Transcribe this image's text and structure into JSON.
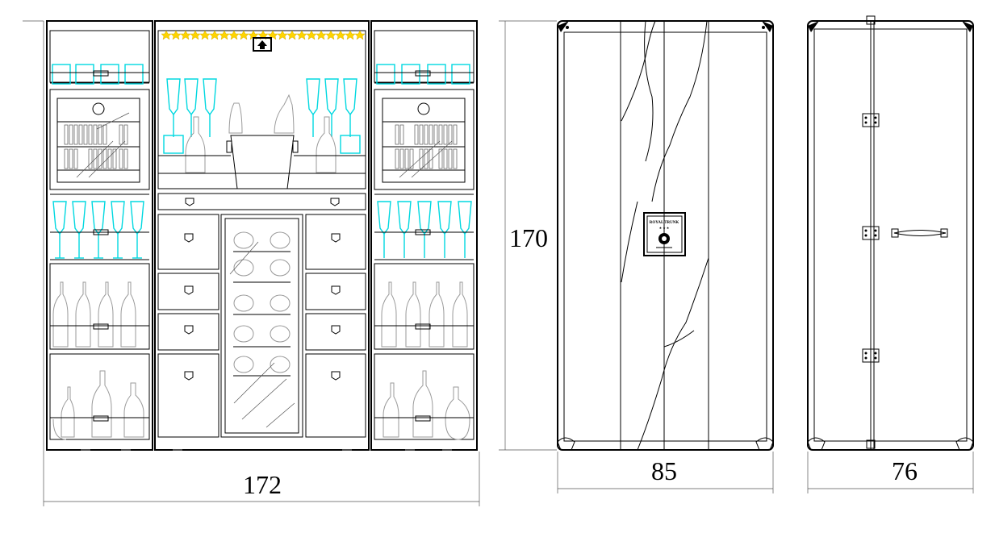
{
  "dimensions": {
    "open_width": "172",
    "height": "170",
    "front_width": "85",
    "side_depth": "76"
  },
  "brand_plate": {
    "line1": "ROYAL TRUNK",
    "line2": "★ ★ ★"
  },
  "colors": {
    "line": "#000000",
    "glass": "#00d8e0",
    "led": "#ffd400",
    "bottle": "#9a9a9a",
    "trunk_body": "#1a1a1a"
  },
  "icons": [
    "wine-glass-icon",
    "bottle-icon",
    "ice-bucket-icon",
    "humidor-gauge-icon",
    "drawer-handle-icon",
    "hinge-icon",
    "trunk-handle-icon",
    "corner-guard-icon",
    "logo-plaque-icon"
  ]
}
